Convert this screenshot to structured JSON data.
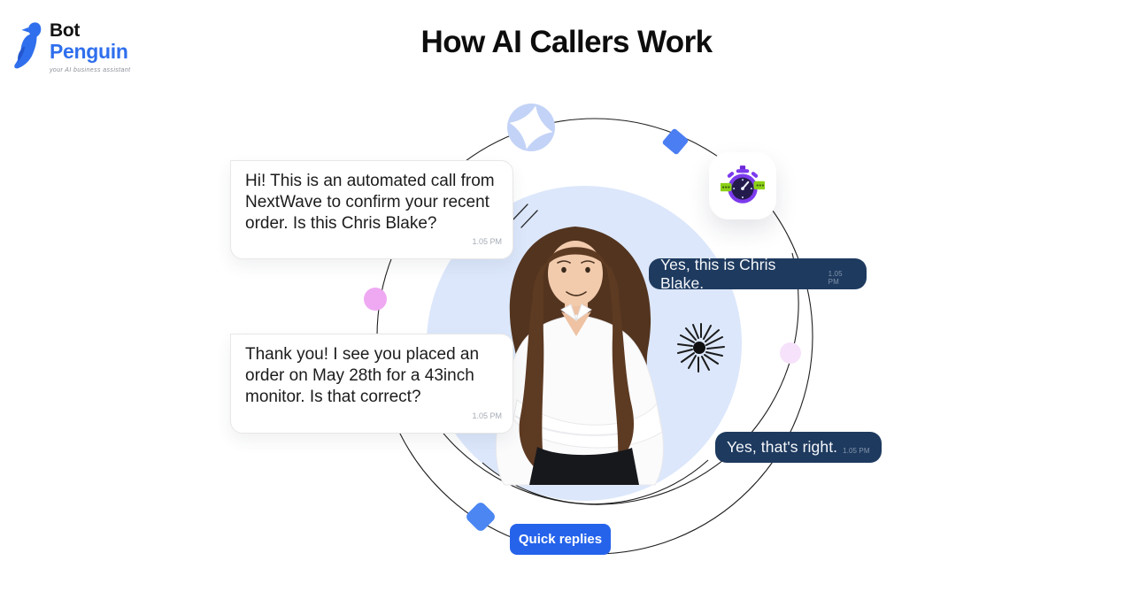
{
  "logo": {
    "bot": "Bot",
    "penguin": "Penguin",
    "tagline": "your AI business assistant"
  },
  "title": "How AI Callers Work",
  "conversation": {
    "agent_messages": [
      {
        "text": "Hi! This is an automated call from NextWave to confirm your recent order. Is this Chris Blake?",
        "time": "1.05 PM"
      },
      {
        "text": "Thank you! I see you placed an order on May 28th for a 43inch monitor. Is that correct?",
        "time": "1.05 PM"
      }
    ],
    "customer_messages": [
      {
        "text": "Yes, this is Chris Blake.",
        "time": "1.05 PM"
      },
      {
        "text": "Yes, that's right.",
        "time": "1.05 PM"
      }
    ],
    "quick_replies_label": "Quick replies"
  },
  "icons": {
    "logo_icon": "penguin-icon",
    "badge_top": "four-point-star-icon",
    "card_icon": "stopwatch-with-chat-bubbles-icon",
    "burst": "starburst-icon"
  },
  "colors": {
    "accent_blue": "#2563eb",
    "brand_blue": "#2f6fed",
    "navy_bubble": "#1e3a5f",
    "light_blue_circle": "#dce7fb",
    "star_badge_blue": "#c3d3f7",
    "shape_blue": "#4b7ef2",
    "pink_left": "#efa9f2",
    "pink_right": "#f6e2fa",
    "title_color": "#0d0d0d"
  }
}
